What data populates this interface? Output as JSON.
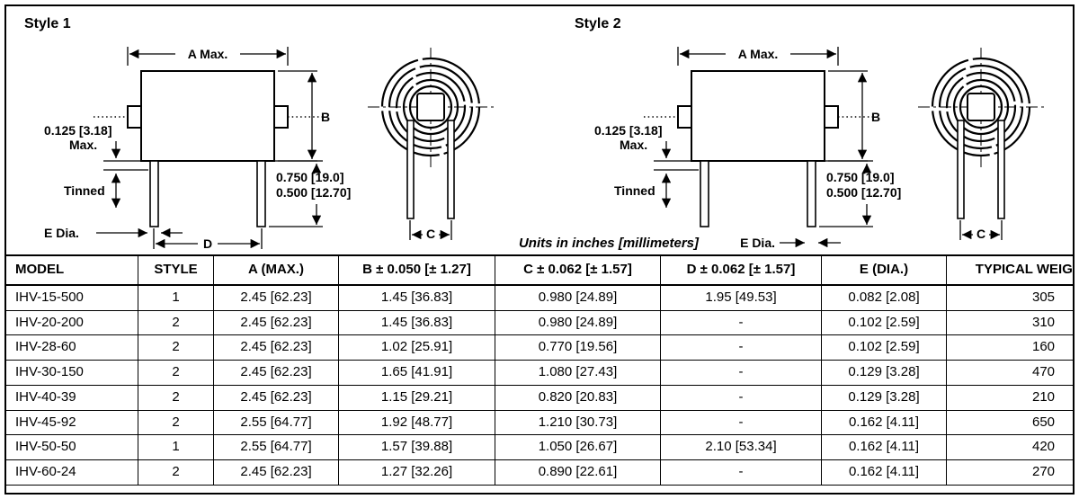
{
  "diagram": {
    "units_note": "Units in inches [millimeters]",
    "style1": {
      "title": "Style 1",
      "a_max": "A Max.",
      "b": "B",
      "lead_offset": "0.125 [3.18]",
      "lead_offset_max": "Max.",
      "tinned": "Tinned",
      "tin_length_upper": "0.750 [19.0]",
      "tin_length_lower": "0.500 [12.70]",
      "e_dia": "E Dia.",
      "d": "D",
      "c": "C"
    },
    "style2": {
      "title": "Style 2",
      "a_max": "A Max.",
      "b": "B",
      "lead_offset": "0.125 [3.18]",
      "lead_offset_max": "Max.",
      "tinned": "Tinned",
      "tin_length_upper": "0.750 [19.0]",
      "tin_length_lower": "0.500 [12.70]",
      "e_dia": "E Dia.",
      "c": "C"
    }
  },
  "table": {
    "headers": [
      "MODEL",
      "STYLE",
      "A (MAX.)",
      "B ± 0.050 [± 1.27]",
      "C ± 0.062 [± 1.57]",
      "D ± 0.062 [± 1.57]",
      "E (DIA.)",
      "TYPICAL WEIGHT (g)"
    ],
    "rows": [
      [
        "IHV-15-500",
        "1",
        "2.45 [62.23]",
        "1.45 [36.83]",
        "0.980 [24.89]",
        "1.95 [49.53]",
        "0.082 [2.08]",
        "305"
      ],
      [
        "IHV-20-200",
        "2",
        "2.45 [62.23]",
        "1.45 [36.83]",
        "0.980 [24.89]",
        "-",
        "0.102 [2.59]",
        "310"
      ],
      [
        "IHV-28-60",
        "2",
        "2.45 [62.23]",
        "1.02 [25.91]",
        "0.770 [19.56]",
        "-",
        "0.102 [2.59]",
        "160"
      ],
      [
        "IHV-30-150",
        "2",
        "2.45 [62.23]",
        "1.65 [41.91]",
        "1.080 [27.43]",
        "-",
        "0.129 [3.28]",
        "470"
      ],
      [
        "IHV-40-39",
        "2",
        "2.45 [62.23]",
        "1.15 [29.21]",
        "0.820 [20.83]",
        "-",
        "0.129 [3.28]",
        "210"
      ],
      [
        "IHV-45-92",
        "2",
        "2.55 [64.77]",
        "1.92 [48.77]",
        "1.210 [30.73]",
        "-",
        "0.162 [4.11]",
        "650"
      ],
      [
        "IHV-50-50",
        "1",
        "2.55 [64.77]",
        "1.57 [39.88]",
        "1.050 [26.67]",
        "2.10 [53.34]",
        "0.162 [4.11]",
        "420"
      ],
      [
        "IHV-60-24",
        "2",
        "2.45 [62.23]",
        "1.27 [32.26]",
        "0.890 [22.61]",
        "-",
        "0.162 [4.11]",
        "270"
      ]
    ]
  }
}
